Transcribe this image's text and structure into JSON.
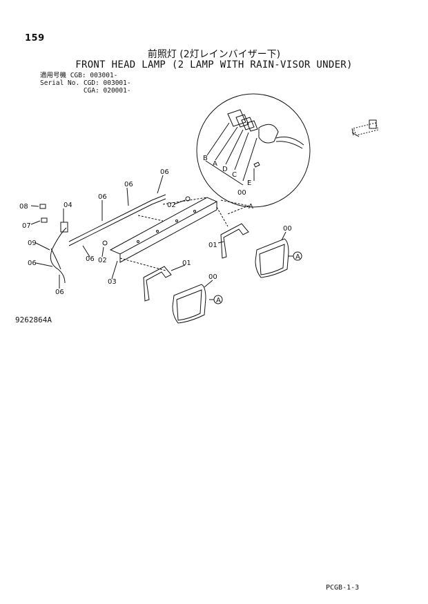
{
  "page": {
    "number": "159",
    "title_jp": "前照灯 (2灯レインバイザー下)",
    "title_en": "FRONT HEAD LAMP (2 LAMP WITH RAIN-VISOR UNDER)",
    "serial_label_jp": "適用号機",
    "serial_label_en": "Serial No.",
    "serials": [
      "CGB: 003001-",
      "CGD: 003001-",
      "CGA: 020001-"
    ],
    "figure_code": "9262864A",
    "page_code": "PCGB-1-3"
  },
  "callouts": {
    "c00a": "00",
    "c00b": "00",
    "c00c": "00",
    "c01a": "01",
    "c01b": "01",
    "c02a": "02",
    "c02b": "02",
    "c03": "03",
    "c04": "04",
    "c06a": "06",
    "c06b": "06",
    "c06c": "06",
    "c06d": "06",
    "c06e": "06",
    "c06f": "06",
    "c07": "07",
    "c08": "08",
    "c09": "09",
    "cA": "A",
    "cB": "B",
    "cC": "C",
    "cD": "D",
    "cE": "E",
    "refA1": "A",
    "refA2": "A"
  }
}
